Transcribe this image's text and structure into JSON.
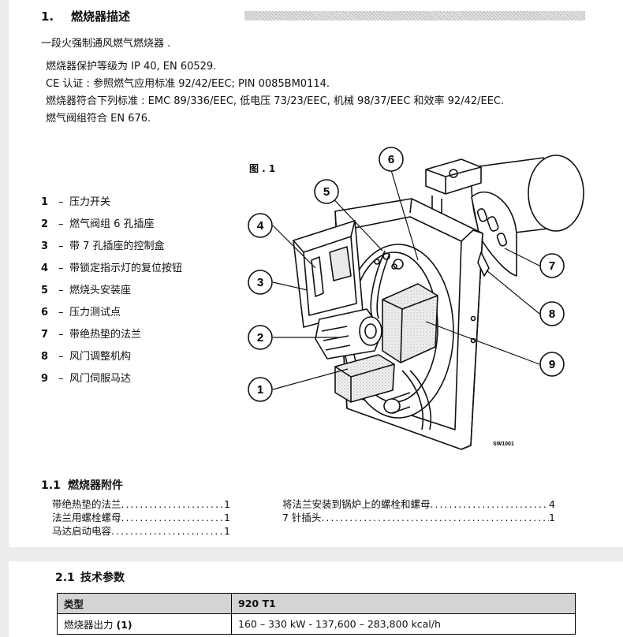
{
  "section1": {
    "number": "1.",
    "title": "燃烧器描述",
    "intro": "一段火强制通风燃气燃烧器 .",
    "specs": [
      "燃烧器保护等级为 IP 40, EN 60529.",
      "CE 认证 : 参照燃气应用标准 92/42/EEC; PIN 0085BM0114.",
      "燃烧器符合下列标准 :  EMC 89/336/EEC, 低电压 73/23/EEC, 机械 98/37/EEC 和效率 92/42/EEC.",
      "燃气阀组符合 EN 676."
    ]
  },
  "figure": {
    "label": "图 . 1",
    "code": "SW1001",
    "callouts": [
      "1",
      "2",
      "3",
      "4",
      "5",
      "6",
      "7",
      "8",
      "9"
    ]
  },
  "legend": [
    {
      "num": "1",
      "dash": "–",
      "text": "压力开关"
    },
    {
      "num": "2",
      "dash": "–",
      "text": "燃气阀组 6 孔插座"
    },
    {
      "num": "3",
      "dash": "–",
      "text": "带 7 孔插座的控制盒"
    },
    {
      "num": "4",
      "dash": "–",
      "text": "带锁定指示灯的复位按钮"
    },
    {
      "num": "5",
      "dash": "–",
      "text": "燃烧头安装座"
    },
    {
      "num": "6",
      "dash": "–",
      "text": "压力测试点"
    },
    {
      "num": "7",
      "dash": "–",
      "text": "带绝热垫的法兰"
    },
    {
      "num": "8",
      "dash": "–",
      "text": "风门调整机构"
    },
    {
      "num": "9",
      "dash": "–",
      "text": "风门伺服马达"
    }
  ],
  "section1_1": {
    "number": "1.1",
    "title": "燃烧器附件",
    "left": [
      {
        "label": "带绝热垫的法兰",
        "qty": "1"
      },
      {
        "label": "法兰用螺栓螺母",
        "qty": "1"
      },
      {
        "label": "马达启动电容",
        "qty": "1"
      }
    ],
    "right": [
      {
        "label": "将法兰安装到锅炉上的螺栓和螺母",
        "qty": "4"
      },
      {
        "label": "7 针插头",
        "qty": "1"
      }
    ],
    "dots": "..............................................................................."
  },
  "section2_1": {
    "number": "2.1",
    "title": "技术参数",
    "table": {
      "header": {
        "c1": "类型",
        "c2": "920 T1"
      },
      "row1": {
        "c1_text": "燃烧器出力",
        "c1_ref": "(1)",
        "c2": "160  –  330 kW   -   137,600  –  283,800 kcal/h"
      }
    }
  }
}
